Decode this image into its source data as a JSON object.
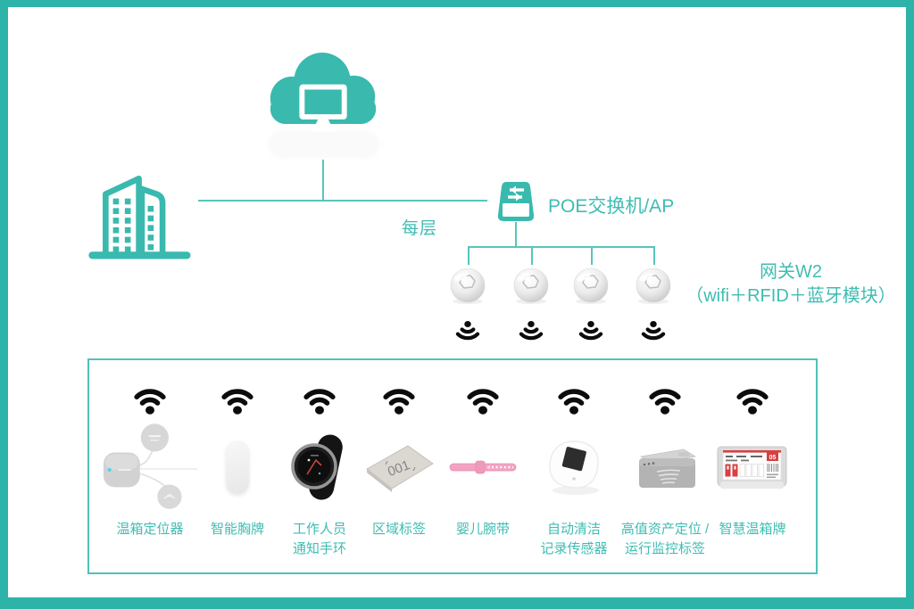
{
  "palette": {
    "teal": "#35b7ac",
    "teal_text": "#3fbdb3",
    "line": "#58c5bb",
    "frame": "#2eb3a9",
    "wifi": "#0c0c0c",
    "pink": "#f2a3c0",
    "red": "#d64040"
  },
  "topology": {
    "cloud_icon": "cloud-monitor",
    "building_icon": "building",
    "floor_label": "每层",
    "switch_label": "POE交换机/AP",
    "gateway_title": "网关W2",
    "gateway_subtitle": "（wifi＋RFID＋蓝牙模块）",
    "gateway_count": 4
  },
  "devices_panel": {
    "items": [
      {
        "icon": "incubator-locator-icon",
        "label_lines": [
          "温箱定位器"
        ]
      },
      {
        "icon": "smart-badge-icon",
        "label_lines": [
          "智能胸牌"
        ]
      },
      {
        "icon": "staff-wristband-icon",
        "label_lines": [
          "工作人员",
          "通知手环"
        ]
      },
      {
        "icon": "area-tag-icon",
        "tag_text": "001",
        "label_lines": [
          "区域标签"
        ]
      },
      {
        "icon": "baby-wristband-icon",
        "label_lines": [
          "婴儿腕带"
        ]
      },
      {
        "icon": "cleaning-sensor-icon",
        "label_lines": [
          "自动清洁",
          "记录传感器"
        ]
      },
      {
        "icon": "asset-tag-icon",
        "label_lines": [
          "高值资产定位 /",
          "运行监控标签"
        ]
      },
      {
        "icon": "smart-incubator-tag-icon",
        "tag_text": "05",
        "label_lines": [
          "智慧温箱牌"
        ]
      }
    ]
  }
}
